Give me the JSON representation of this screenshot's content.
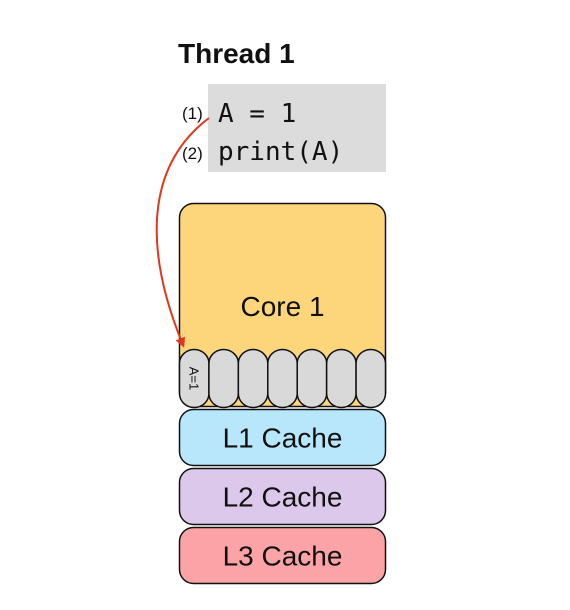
{
  "thread": {
    "title": "Thread 1",
    "lines": [
      {
        "number": "(1)",
        "code": "A = 1"
      },
      {
        "number": "(2)",
        "code": "print(A)"
      }
    ]
  },
  "core": {
    "label": "Core 1",
    "register_count": 7,
    "register_values": [
      "A=1",
      "",
      "",
      "",
      "",
      "",
      ""
    ]
  },
  "caches": [
    {
      "label": "L1 Cache",
      "color": "#b8e6fb"
    },
    {
      "label": "L2 Cache",
      "color": "#dcc8ea"
    },
    {
      "label": "L3 Cache",
      "color": "#fba3a6"
    }
  ],
  "colors": {
    "code_bg": "#dcdcdc",
    "core": "#fdd57b",
    "register": "#d9d9d9",
    "arrow": "#e2361b"
  }
}
